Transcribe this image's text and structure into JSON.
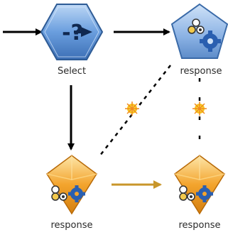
{
  "nodes": {
    "select": {
      "label": "Select",
      "icon": "select-question-arrow-icon"
    },
    "response_model": {
      "label": "response",
      "icon": "model-builder-gear-icon"
    },
    "response_nugget_left": {
      "label": "response",
      "icon": "model-nugget-gem-icon"
    },
    "response_nugget_right": {
      "label": "response",
      "icon": "model-nugget-gem-icon"
    }
  },
  "colors": {
    "select_fill": "#5f96d8",
    "model_fill": "#8db4e6",
    "nugget_fill": "#f3a42d",
    "flow_link": "#000000",
    "nugget_link": "#c8962a",
    "spark": "#f6c51e"
  },
  "icons": [
    "spark-icon",
    "spark-icon"
  ]
}
